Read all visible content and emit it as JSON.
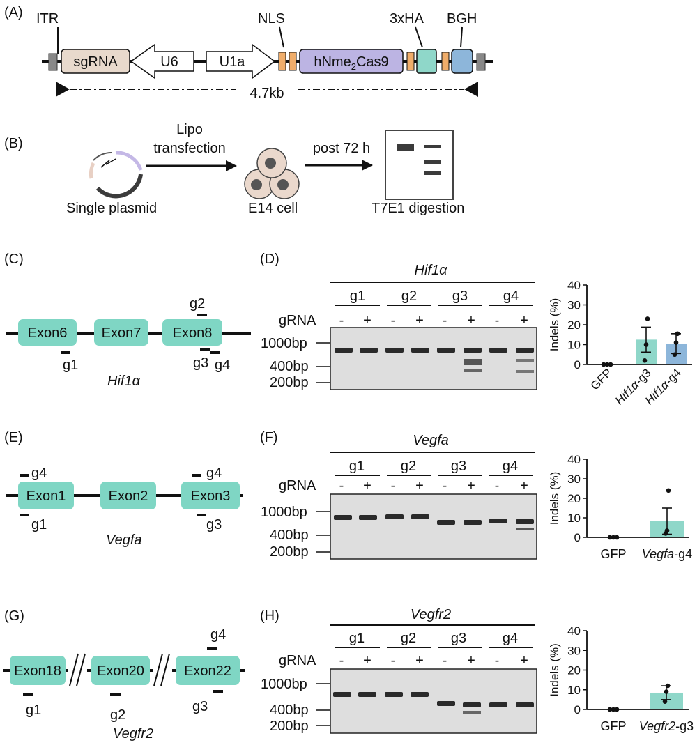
{
  "panels": {
    "A": {
      "letter": "(A)",
      "itr": "ITR",
      "nls": "NLS",
      "ha": "3xHA",
      "bgh": "BGH",
      "sgrna": "sgRNA",
      "u6": "U6",
      "u1a": "U1a",
      "cas9_prefix": "hNme",
      "cas9_sub": "2",
      "cas9_suffix": "Cas9",
      "size": "4.7kb",
      "colors": {
        "sgrna": "#e8d9cc",
        "cas9": "#bcb4e3",
        "nls": "#f0ad6a",
        "ha": "#8fd7c9",
        "bgh": "#8db6da",
        "itr": "#888888"
      }
    },
    "B": {
      "letter": "(B)",
      "step1_line1": "Lipo",
      "step1_line2": "transfection",
      "step2": "post 72 h",
      "plasmid": "Single plasmid",
      "cell": "E14 cell",
      "assay": "T7E1 digestion"
    },
    "C": {
      "letter": "(C)",
      "exons": [
        "Exon6",
        "Exon7",
        "Exon8"
      ],
      "guides": {
        "g1": "g1",
        "g2": "g2",
        "g3": "g3",
        "g4": "g4"
      },
      "gene": "Hif1α"
    },
    "D": {
      "letter": "(D)",
      "gene": "Hif1α",
      "lanes": [
        "g1",
        "g2",
        "g3",
        "g4"
      ],
      "grna_label": "gRNA",
      "minus": "-",
      "plus": "+",
      "ladder": [
        "1000bp",
        "400bp",
        "200bp"
      ]
    },
    "E": {
      "letter": "(E)",
      "exons": [
        "Exon1",
        "Exon2",
        "Exon3"
      ],
      "guides": {
        "g1": "g1",
        "g3": "g3",
        "g4a": "g4",
        "g4b": "g4"
      },
      "gene": "Vegfa"
    },
    "F": {
      "letter": "(F)",
      "gene": "Vegfa",
      "lanes": [
        "g1",
        "g2",
        "g3",
        "g4"
      ],
      "grna_label": "gRNA",
      "minus": "-",
      "plus": "+",
      "ladder": [
        "1000bp",
        "400bp",
        "200bp"
      ]
    },
    "G": {
      "letter": "(G)",
      "exons": [
        "Exon18",
        "Exon20",
        "Exon22"
      ],
      "guides": {
        "g1": "g1",
        "g2": "g2",
        "g3": "g3",
        "g4": "g4"
      },
      "gene": "Vegfr2"
    },
    "H": {
      "letter": "(H)",
      "gene": "Vegfr2",
      "lanes": [
        "g1",
        "g2",
        "g3",
        "g4"
      ],
      "grna_label": "gRNA",
      "minus": "-",
      "plus": "+",
      "ladder": [
        "1000bp",
        "400bp",
        "200bp"
      ]
    }
  },
  "chart_data": [
    {
      "type": "bar",
      "ylabel": "Indels (%)",
      "ylim": [
        0,
        40
      ],
      "yticks": [
        0,
        10,
        20,
        30,
        40
      ],
      "categories": [
        {
          "label": "GFP",
          "italic": "",
          "suffix": ""
        },
        {
          "label": "",
          "italic": "Hif1α",
          "suffix": "-g3"
        },
        {
          "label": "",
          "italic": "Hif1α",
          "suffix": "-g4"
        }
      ],
      "values": [
        0,
        12.5,
        10.5
      ],
      "errors": [
        0,
        6.3,
        5.0
      ],
      "points": [
        [
          0,
          0,
          0
        ],
        [
          2,
          10,
          23
        ],
        [
          5,
          11,
          15.5
        ]
      ],
      "colors": [
        "#ffffff",
        "#8fd7c9",
        "#8db6da"
      ]
    },
    {
      "type": "bar",
      "ylabel": "Indels (%)",
      "ylim": [
        0,
        40
      ],
      "yticks": [
        0,
        10,
        20,
        30,
        40
      ],
      "categories": [
        {
          "label": "GFP",
          "italic": "",
          "suffix": ""
        },
        {
          "label": "",
          "italic": "Vegfa",
          "suffix": "-g4"
        }
      ],
      "values": [
        0,
        8.3
      ],
      "errors": [
        0,
        6.7
      ],
      "points": [
        [
          0,
          0,
          0
        ],
        [
          2,
          3.5,
          24
        ]
      ],
      "colors": [
        "#ffffff",
        "#8fd7c9"
      ]
    },
    {
      "type": "bar",
      "ylabel": "Indels (%)",
      "ylim": [
        0,
        40
      ],
      "yticks": [
        0,
        10,
        20,
        30,
        40
      ],
      "categories": [
        {
          "label": "GFP",
          "italic": "",
          "suffix": ""
        },
        {
          "label": "",
          "italic": "Vegfr2",
          "suffix": "-g3"
        }
      ],
      "values": [
        0,
        8.5
      ],
      "errors": [
        0,
        3.5
      ],
      "points": [
        [
          0,
          0,
          0
        ],
        [
          4,
          9,
          12
        ]
      ],
      "colors": [
        "#ffffff",
        "#8fd7c9"
      ]
    }
  ]
}
